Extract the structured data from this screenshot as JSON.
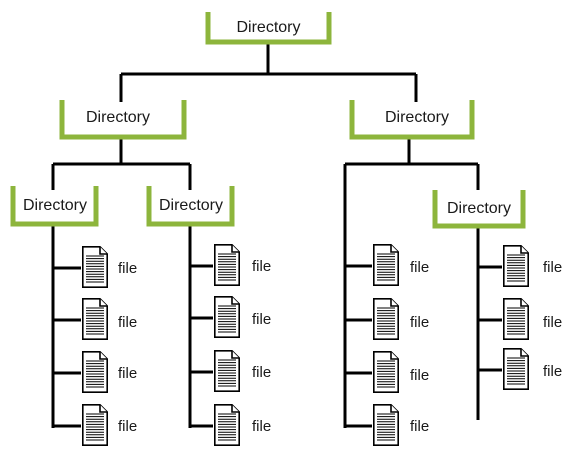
{
  "colors": {
    "bracket": "#8db53c",
    "line": "#000000"
  },
  "icon": "file-document-icon",
  "directories": {
    "root": "Directory",
    "left": "Directory",
    "right": "Directory",
    "left_left": "Directory",
    "left_right": "Directory",
    "right_right": "Directory"
  },
  "files": {
    "group_1": [
      "file",
      "file",
      "file",
      "file"
    ],
    "group_2": [
      "file",
      "file",
      "file",
      "file"
    ],
    "group_3": [
      "file",
      "file",
      "file",
      "file"
    ],
    "group_4": [
      "file",
      "file",
      "file"
    ]
  }
}
